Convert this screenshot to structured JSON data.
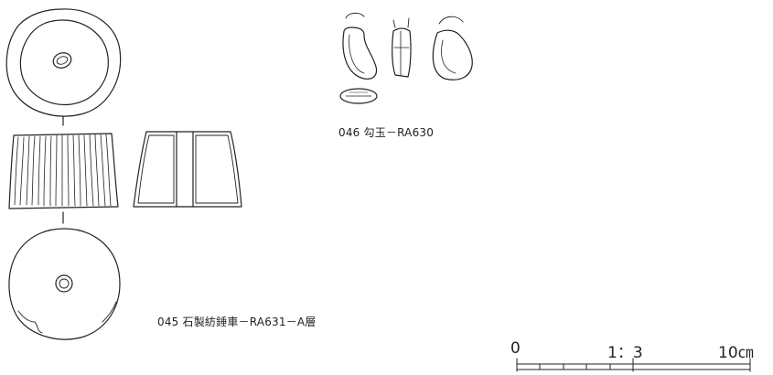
{
  "figures": [
    {
      "number": "045",
      "caption": "石製紡錘車－RA631－A層",
      "views": [
        "top-view",
        "side-view",
        "section-view",
        "bottom-view"
      ]
    },
    {
      "number": "046",
      "caption": "勾玉－RA630",
      "views": [
        "front-view",
        "edge-view",
        "back-view",
        "top-view"
      ]
    }
  ],
  "scale_bar": {
    "start_label": "0",
    "ratio_label": "1：3",
    "end_label": "10㎝"
  },
  "colors": {
    "line": "#222222",
    "background": "#ffffff"
  }
}
